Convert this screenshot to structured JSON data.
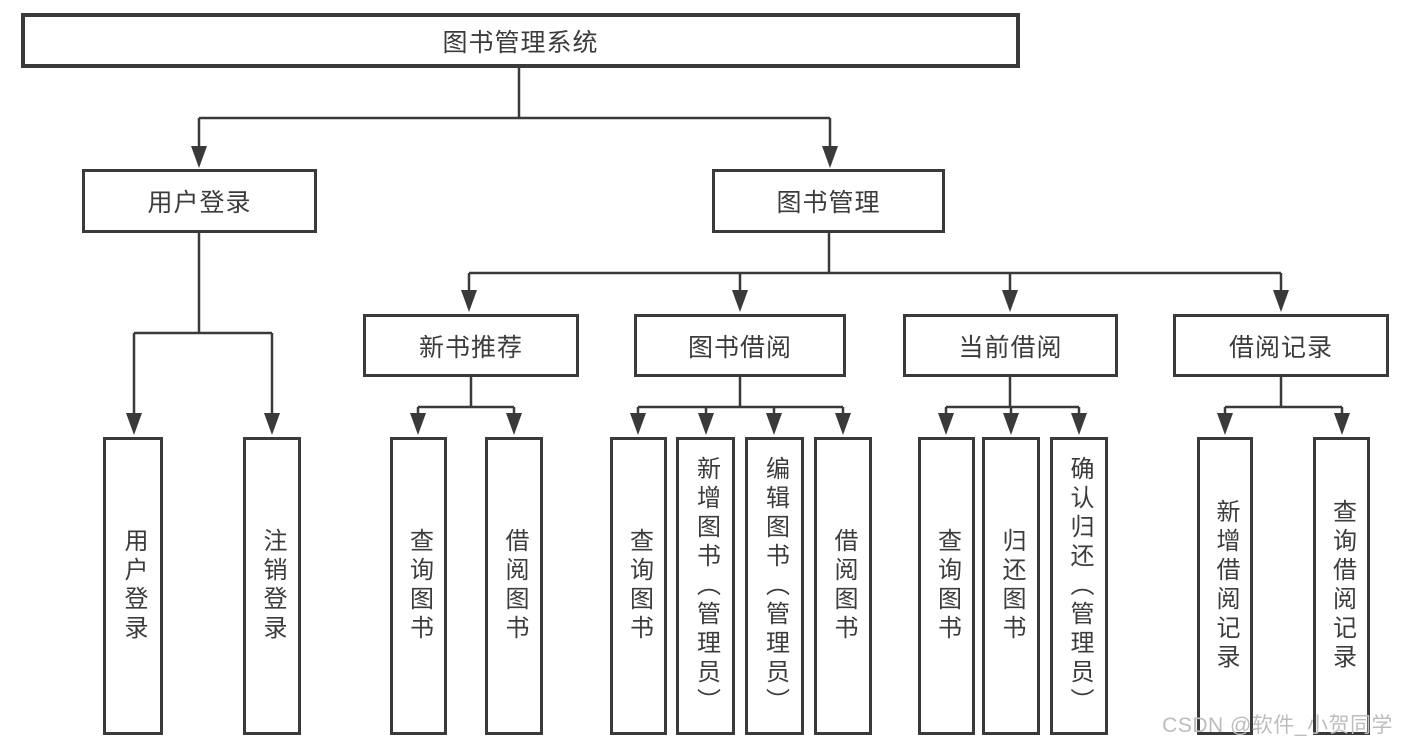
{
  "watermark": "CSDN @软件_小贺同学",
  "colors": {
    "line": "#3a3a3a",
    "text": "#3c3c3c",
    "watermark": "#bdbdbd",
    "background": "#ffffff"
  },
  "tree": {
    "label": "图书管理系统",
    "children": [
      {
        "label": "用户登录",
        "children": [
          {
            "label": "用户登录"
          },
          {
            "label": "注销登录"
          }
        ]
      },
      {
        "label": "图书管理",
        "children": [
          {
            "label": "新书推荐",
            "children": [
              {
                "label": "查询图书"
              },
              {
                "label": "借阅图书"
              }
            ]
          },
          {
            "label": "图书借阅",
            "children": [
              {
                "label": "查询图书"
              },
              {
                "label": "新增图书（管理员）"
              },
              {
                "label": "编辑图书（管理员）"
              },
              {
                "label": "借阅图书"
              }
            ]
          },
          {
            "label": "当前借阅",
            "children": [
              {
                "label": "查询图书"
              },
              {
                "label": "归还图书"
              },
              {
                "label": "确认归还（管理员）"
              }
            ]
          },
          {
            "label": "借阅记录",
            "children": [
              {
                "label": "新增借阅记录"
              },
              {
                "label": "查询借阅记录"
              }
            ]
          }
        ]
      }
    ]
  }
}
